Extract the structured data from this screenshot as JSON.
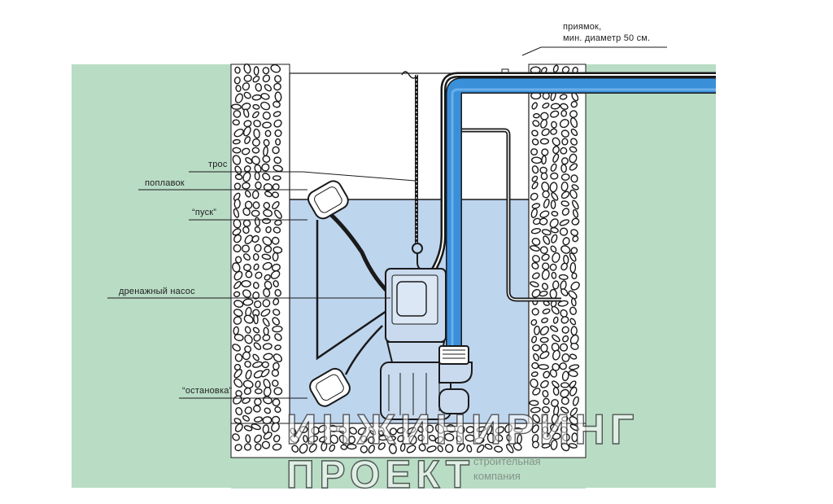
{
  "labels": {
    "pit": "приямок,",
    "pit_diameter": "мин. диаметр 50 см.",
    "cable": "трос",
    "float": "поплавок",
    "start": "“пуск”",
    "pump": "дренажный насос",
    "stop": "“остановка”"
  },
  "watermark": {
    "line1": "ИНЖИНИРИНГ",
    "line2": "ПРОЕКТ",
    "tag1": "строительная",
    "tag2": "компания"
  },
  "colors": {
    "ground": "#b9dcc5",
    "water": "#bed5ee",
    "pipe_blue": "#3a8fd9",
    "stone_fill": "#ffffff",
    "outline": "#1a1a1a"
  }
}
